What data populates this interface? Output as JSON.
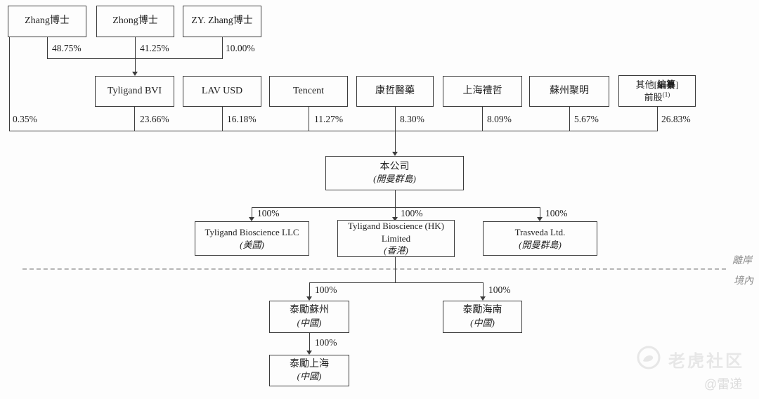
{
  "diagram": {
    "shareholders_top": [
      {
        "name": "Zhang博士",
        "pct": "48.75%"
      },
      {
        "name": "Zhong博士",
        "pct": "41.25%"
      },
      {
        "name": "ZY. Zhang博士",
        "pct": "10.00%"
      }
    ],
    "zhang_direct_pct": "0.35%",
    "shareholders_mid": [
      {
        "name": "Tyligand BVI",
        "pct": "23.66%"
      },
      {
        "name": "LAV USD",
        "pct": "16.18%"
      },
      {
        "name": "Tencent",
        "pct": "11.27%"
      },
      {
        "name": "康哲醫藥",
        "pct": "8.30%"
      },
      {
        "name": "上海禮哲",
        "pct": "8.09%"
      },
      {
        "name": "蘇州聚明",
        "pct": "5.67%"
      },
      {
        "name_line1_pre": "其他[",
        "name_line1_bold": "編纂",
        "name_line1_post": "]",
        "name_line2": "前股",
        "superscript": "(1)",
        "pct": "26.83%"
      }
    ],
    "company": {
      "line1": "本公司",
      "line2": "(開曼群島)"
    },
    "subsidiaries": [
      {
        "line1": "Tyligand Bioscience LLC",
        "line2": "(美國)",
        "pct": "100%"
      },
      {
        "line1": "Tyligand Bioscience (HK)",
        "line2": "Limited",
        "line3": "(香港)",
        "pct": "100%"
      },
      {
        "line1": "Trasveda Ltd.",
        "line2": "(開曼群島)",
        "pct": "100%"
      }
    ],
    "boundary": {
      "above": "離岸",
      "below": "境內"
    },
    "onshore": [
      {
        "line1": "泰勵蘇州",
        "line2": "(中國)",
        "pct": "100%"
      },
      {
        "line1": "泰勵海南",
        "line2": "(中國)",
        "pct": "100%"
      },
      {
        "line1": "泰勵上海",
        "line2": "(中國)",
        "pct": "100%"
      }
    ],
    "watermark": {
      "brand": "老虎社区",
      "author": "@雷递",
      "icon": "tiger-circle-icon"
    },
    "colors": {
      "line": "#3c3c3c",
      "dashed_boundary": "#b5b5b5",
      "watermark": "#e7e7e7"
    }
  }
}
